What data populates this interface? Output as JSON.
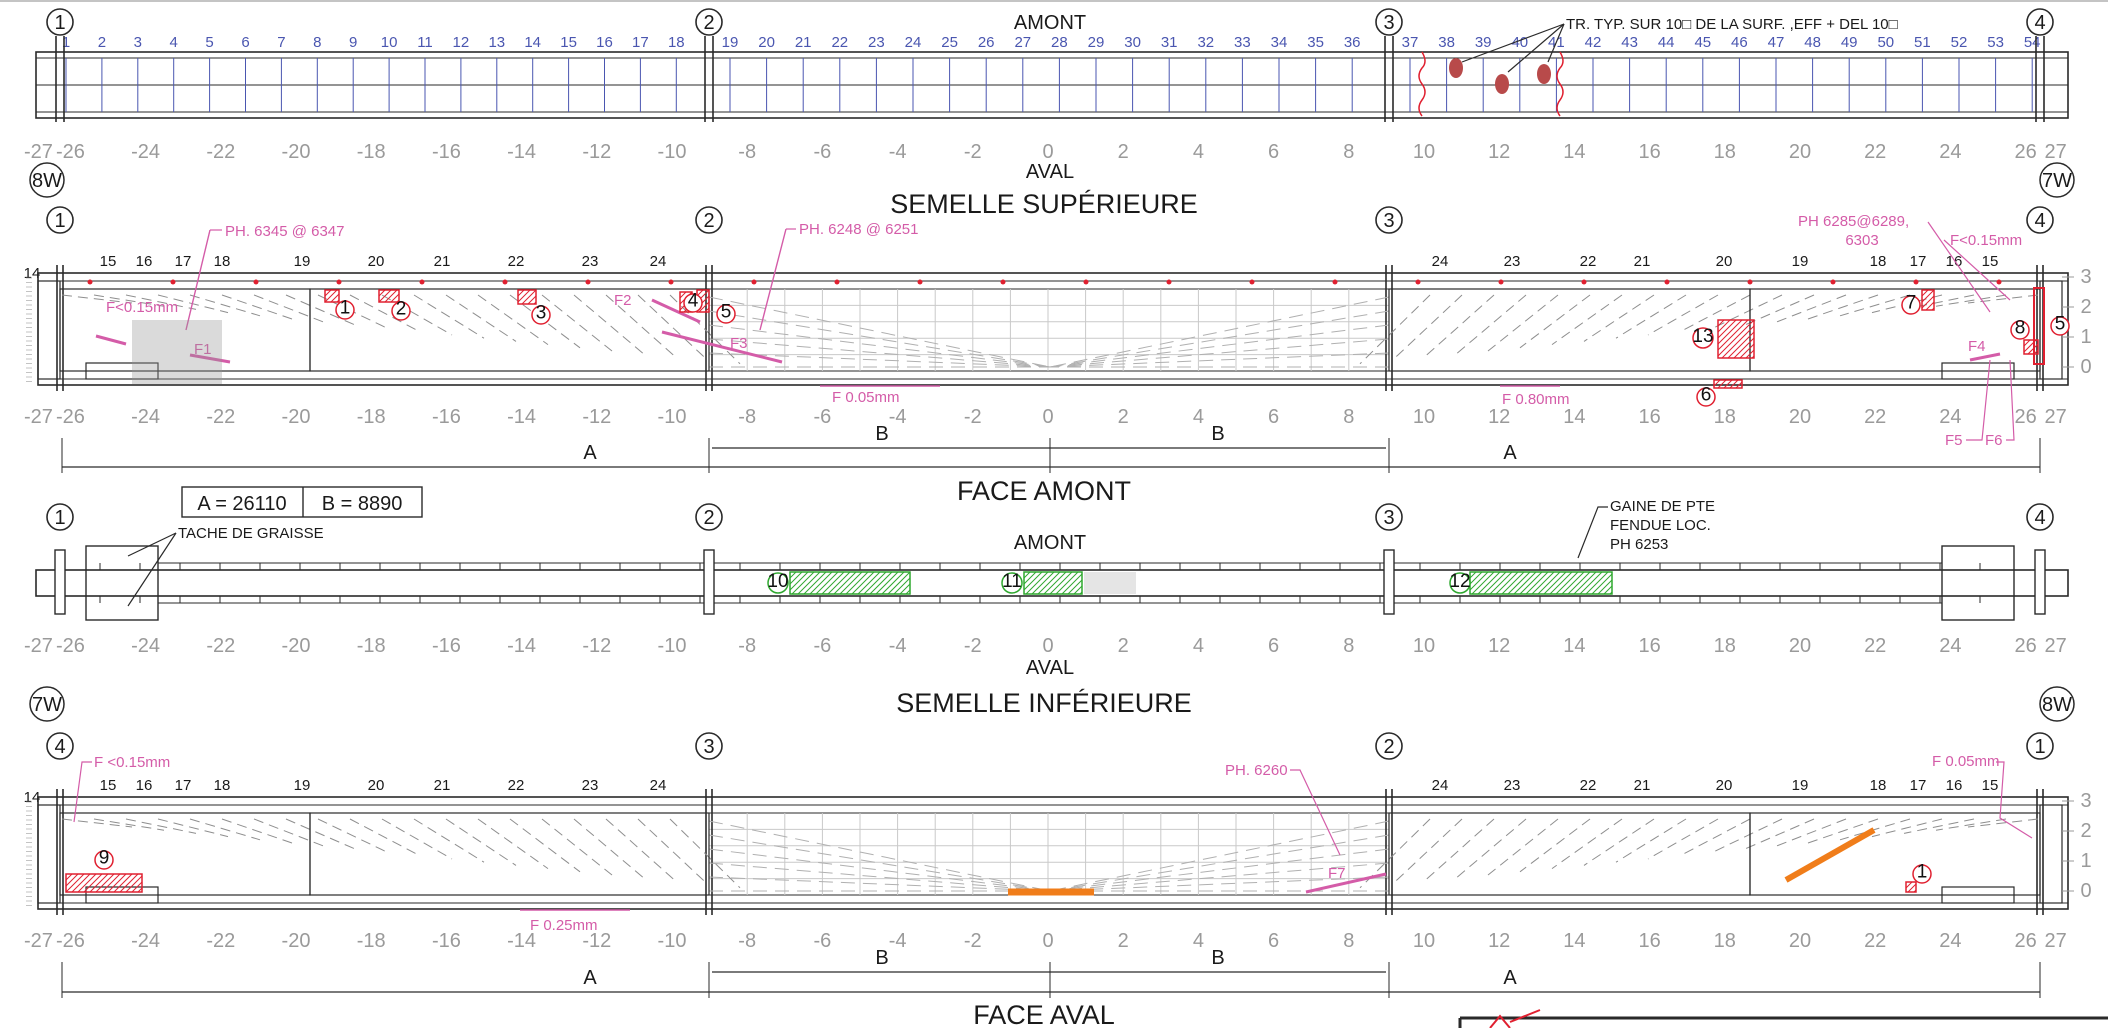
{
  "labels": {
    "amont": "AMONT",
    "aval": "AVAL",
    "semelle_sup": "SEMELLE SUPÉRIEURE",
    "semelle_inf": "SEMELLE INFÉRIEURE",
    "face_amont": "FACE AMONT",
    "face_aval": "FACE AVAL",
    "tr_typ": "TR. TYP. SUR 10□  DE LA SURF. ,EFF + DEL 10□",
    "a_equals": "A = 26110",
    "b_equals": "B = 8890",
    "tache": "TACHE DE GRAISSE",
    "gaine_1": "GAINE DE PTE",
    "gaine_2": "FENDUE LOC.",
    "gaine_3": "PH 6253",
    "dim_a": "A",
    "dim_b": "B",
    "tag_8w": "8W",
    "tag_7w": "7W",
    "ax_1": "1",
    "ax_2": "2",
    "ax_3": "3",
    "ax_4": "4"
  },
  "axis_ticks": [
    "-27",
    "-26",
    "-24",
    "-22",
    "-20",
    "-18",
    "-16",
    "-14",
    "-12",
    "-10",
    "-8",
    "-6",
    "-4",
    "-2",
    "0",
    "2",
    "4",
    "6",
    "8",
    "10",
    "12",
    "14",
    "16",
    "18",
    "20",
    "22",
    "24",
    "26",
    "27"
  ],
  "stations": [
    "1",
    "2",
    "3",
    "4",
    "5",
    "6",
    "7",
    "8",
    "9",
    "10",
    "11",
    "12",
    "13",
    "14",
    "15",
    "16",
    "17",
    "18",
    "19",
    "20",
    "21",
    "22",
    "23",
    "24",
    "25",
    "26",
    "27",
    "28",
    "29",
    "30",
    "31",
    "32",
    "33",
    "34",
    "35",
    "36",
    "37",
    "38",
    "39",
    "40",
    "41",
    "42",
    "43",
    "44",
    "45",
    "46",
    "47",
    "48",
    "49",
    "50",
    "51",
    "52",
    "53",
    "54"
  ],
  "rib_left": [
    "15",
    "16",
    "17",
    "18",
    "19",
    "20",
    "21",
    "22",
    "23",
    "24"
  ],
  "rib_right": [
    "24",
    "23",
    "22",
    "21",
    "20",
    "19",
    "18",
    "17",
    "16",
    "15"
  ],
  "right_scale": [
    "3",
    "2",
    "1",
    "0"
  ],
  "left_scale": "14",
  "annotations_amont": {
    "ph_6345": "PH. 6345 @ 6347",
    "ph_6248": "PH. 6248 @ 6251",
    "ph_6285_1": "PH 6285@6289,",
    "ph_6285_2": "6303",
    "f_lt_015_l": "F<0.15mm",
    "f_lt_015_r": "F<0.15mm",
    "f_005": "F 0.05mm",
    "f_080": "F 0.80mm",
    "f1": "F1",
    "f2": "F2",
    "f3": "F3",
    "f4": "F4",
    "f5": "F5",
    "f6": "F6"
  },
  "annotations_aval": {
    "f_lt_015": "F <0.15mm",
    "f_025": "F 0.25mm",
    "ph_6260": "PH. 6260",
    "f_005": "F 0.05mm",
    "f7": "F7"
  },
  "defect_numbers": {
    "d1": "1",
    "d2": "2",
    "d3": "3",
    "d4": "4",
    "d5": "5",
    "d6": "6",
    "d7": "7",
    "d8": "8",
    "d9": "9",
    "d10": "10",
    "d11": "11",
    "d12": "12",
    "d13": "13",
    "d5b": "5",
    "d1b": "1"
  },
  "colors": {
    "line": "#2a2a2a",
    "grey": "#9a9a9a",
    "blue": "#4a56b0",
    "pink": "#d45ca8",
    "red": "#e02030",
    "green": "#2fa82f",
    "orange": "#f07d1a",
    "stain": "#b84a4a"
  }
}
